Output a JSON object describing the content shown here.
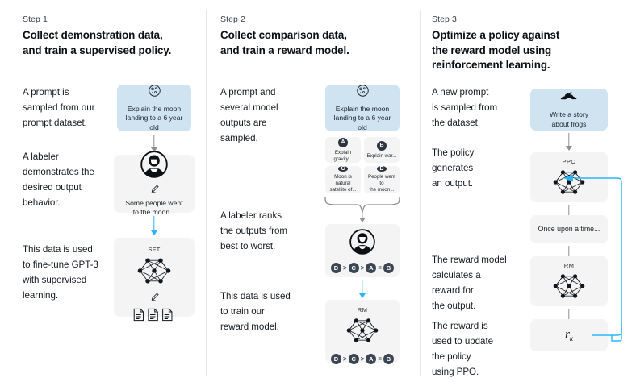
{
  "columns": [
    {
      "step_label": "Step 1",
      "title_line1": "Collect demonstration data,",
      "title_line2": "and train a supervised policy.",
      "paragraphs": [
        "A prompt is\nsampled from our\nprompt dataset.",
        "A labeler\ndemonstrates the\ndesired output\nbehavior.",
        "This data is used\nto fine-tune GPT-3\nwith supervised\nlearning."
      ],
      "boxes": [
        {
          "name": "prompt-box",
          "style": "blue",
          "icon": "moon-icon",
          "caption": "Explain the moon\nlanding to a 6 year old"
        },
        {
          "name": "labeler-demo-box",
          "style": "grey",
          "icon": "labeler-avatar-icon",
          "caption": "Some people went\nto the moon..."
        },
        {
          "name": "sft-model-box",
          "style": "grey",
          "tag": "SFT",
          "icon": "neural-net-icon",
          "caption": ""
        }
      ]
    },
    {
      "step_label": "Step 2",
      "title_line1": "Collect comparison data,",
      "title_line2": "and train a reward model.",
      "paragraphs": [
        "A prompt and\nseveral model\noutputs are\nsampled.",
        "A labeler ranks\nthe outputs from\nbest to worst.",
        "This data is used\nto train our\nreward model."
      ],
      "boxes": [
        {
          "name": "prompt-box",
          "style": "blue",
          "icon": "moon-icon",
          "caption": "Explain the moon\nlanding to a 6 year old"
        },
        {
          "name": "labeler-rank-box",
          "style": "grey",
          "icon": "labeler-avatar-icon"
        },
        {
          "name": "rm-model-box",
          "style": "grey",
          "tag": "RM",
          "icon": "neural-net-icon"
        }
      ],
      "options": [
        {
          "letter": "A",
          "text": "Explain gravity..."
        },
        {
          "letter": "B",
          "text": "Explain war..."
        },
        {
          "letter": "C",
          "text": "Moon is natural\nsatellite of..."
        },
        {
          "letter": "D",
          "text": "People went to\nthe moon..."
        }
      ],
      "ranking": [
        "D",
        ">",
        "C",
        ">",
        "A",
        "=",
        "B"
      ]
    },
    {
      "step_label": "Step 3",
      "title_line1": "Optimize a policy against",
      "title_line2": "the reward model using",
      "title_line3": "reinforcement learning.",
      "paragraphs": [
        "A new prompt\nis sampled from\nthe dataset.",
        "The policy\ngenerates\nan output.",
        "The reward model\ncalculates a\nreward for\nthe output.",
        "The reward is\nused to update\nthe policy\nusing PPO."
      ],
      "boxes": [
        {
          "name": "prompt-box",
          "style": "blue",
          "icon": "frog-icon",
          "caption": "Write a story\nabout frogs"
        },
        {
          "name": "ppo-model-box",
          "style": "grey",
          "tag": "PPO",
          "icon": "neural-net-icon"
        },
        {
          "name": "generated-output-box",
          "style": "grey",
          "caption": "Once upon a time..."
        },
        {
          "name": "rm-model-box",
          "style": "grey",
          "tag": "RM",
          "icon": "neural-net-icon"
        },
        {
          "name": "reward-box",
          "style": "grey",
          "caption": "r_k"
        }
      ]
    }
  ],
  "colors": {
    "prompt_blue": "#cfe4f0",
    "box_grey": "#f4f4f4",
    "arrow_grey": "#8b8f99",
    "arrow_blue": "#29b5f6",
    "text_dark": "#10161d",
    "divider": "#e6e6e6"
  }
}
